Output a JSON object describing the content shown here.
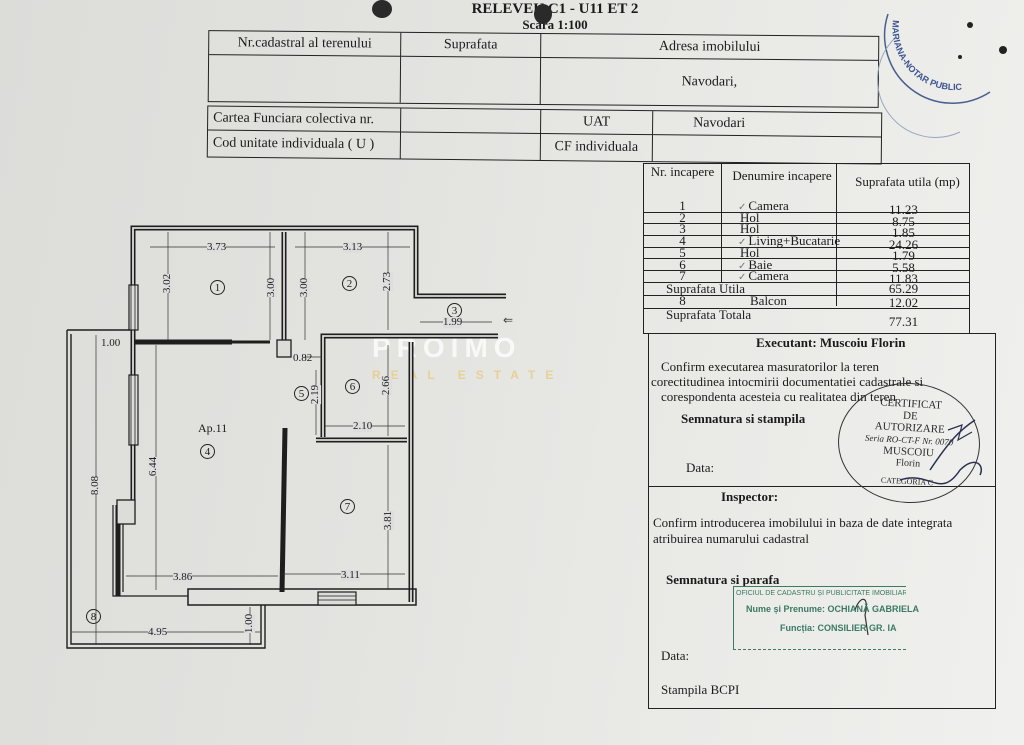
{
  "header": {
    "title": "RELEVEU C1 - U11 ET 2",
    "scale": "Scara 1:100"
  },
  "table1": {
    "headers": [
      "Nr.cadastral al terenului",
      "Suprafata",
      "Adresa imobilului"
    ],
    "values": [
      "",
      "",
      "Navodari,"
    ]
  },
  "table2": {
    "cf_colectiva_label": "Cartea Funciara colectiva nr.",
    "cod_label": "Cod unitate individuala ( U )",
    "uat_label": "UAT",
    "uat_value": "Navodari",
    "cf_individuala_label": "CF individuala"
  },
  "rooms_table": {
    "header_nr": "Nr. incapere",
    "header_name": "Denumire incapere",
    "header_area": "Suprafata utila (mp)",
    "rooms": [
      {
        "nr": "1",
        "name": "Camera",
        "area": "11.23"
      },
      {
        "nr": "2",
        "name": "Hol",
        "area": "8.75"
      },
      {
        "nr": "3",
        "name": "Hol",
        "area": "1.85"
      },
      {
        "nr": "4",
        "name": "Living+Bucatarie",
        "area": "24.26"
      },
      {
        "nr": "5",
        "name": "Hol",
        "area": "1.79"
      },
      {
        "nr": "6",
        "name": "Baie",
        "area": "5.58"
      },
      {
        "nr": "7",
        "name": "Camera",
        "area": "11.83"
      }
    ],
    "utila_label": "Suprafata Utila",
    "utila_value": "65.29",
    "balcon": {
      "nr": "8",
      "name": "Balcon",
      "area": "12.02"
    },
    "totala_label": "Suprafata Totala",
    "totala_value": "77.31"
  },
  "executant": {
    "title": "Executant: Muscoiu Florin",
    "lines": [
      "Confirm executarea masuratorilor la teren",
      "corectitudinea intocmirii documentatiei cadastrale si",
      "corespondenta acesteia cu realitatea din teren"
    ],
    "signature_label": "Semnatura si stampila",
    "date_label": "Data:"
  },
  "inspector": {
    "title": "Inspector:",
    "lines": [
      "Confirm introducerea imobilului in baza de date integrata",
      "atribuirea numarului cadastral"
    ],
    "signature_label": "Semnatura si parafa",
    "date_label": "Data:",
    "stamp_label": "Stampila BCPI"
  },
  "plan": {
    "apartment_label": "Ap.11",
    "room_numbers": [
      "1",
      "2",
      "3",
      "4",
      "5",
      "6",
      "7",
      "8"
    ],
    "dimensions": [
      "3.73",
      "3.13",
      "3.02",
      "3.00",
      "3.00",
      "2.73",
      "1.99",
      "1.00",
      "0.82",
      "2.19",
      "2.66",
      "2.10",
      "6.44",
      "8.08",
      "3.86",
      "3.11",
      "3.81",
      "4.95",
      "1.00"
    ]
  },
  "stamps": {
    "certificate": [
      "CERTIFICAT",
      "DE",
      "AUTORIZARE",
      "Seria RO-CT-F Nr. 0070",
      "MUSCOIU",
      "Florin",
      "CATEGORIA C"
    ],
    "ocpi": [
      "OFICIUL DE CADASTRU ȘI PUBLICITATE IMOBILIARĂ CONSTANȚA",
      "Nume și Prenume: OCHIANĂ GABRIELA",
      "Funcția: CONSILIER GR. IA"
    ],
    "notary": "MARIANA-NOTAR PUBLIC"
  },
  "watermark": {
    "brand": "PROIMO",
    "sub": "REAL ESTATE"
  }
}
